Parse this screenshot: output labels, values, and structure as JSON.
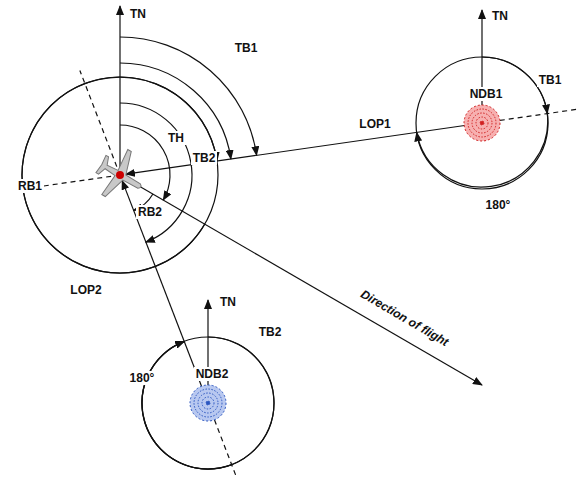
{
  "diagram": {
    "nodes": [
      {
        "text": [
          "NDB1"
        ]
      },
      {
        "text": [
          "NDB2"
        ]
      }
    ],
    "labels": [
      "TN",
      "TB1",
      "TH",
      "TB2",
      "RB1",
      "RB2",
      "LOP1",
      "LOP2",
      "TN",
      "TB1",
      "180°",
      "TN",
      "TB2",
      "180°",
      "Direction of flight"
    ]
  }
}
